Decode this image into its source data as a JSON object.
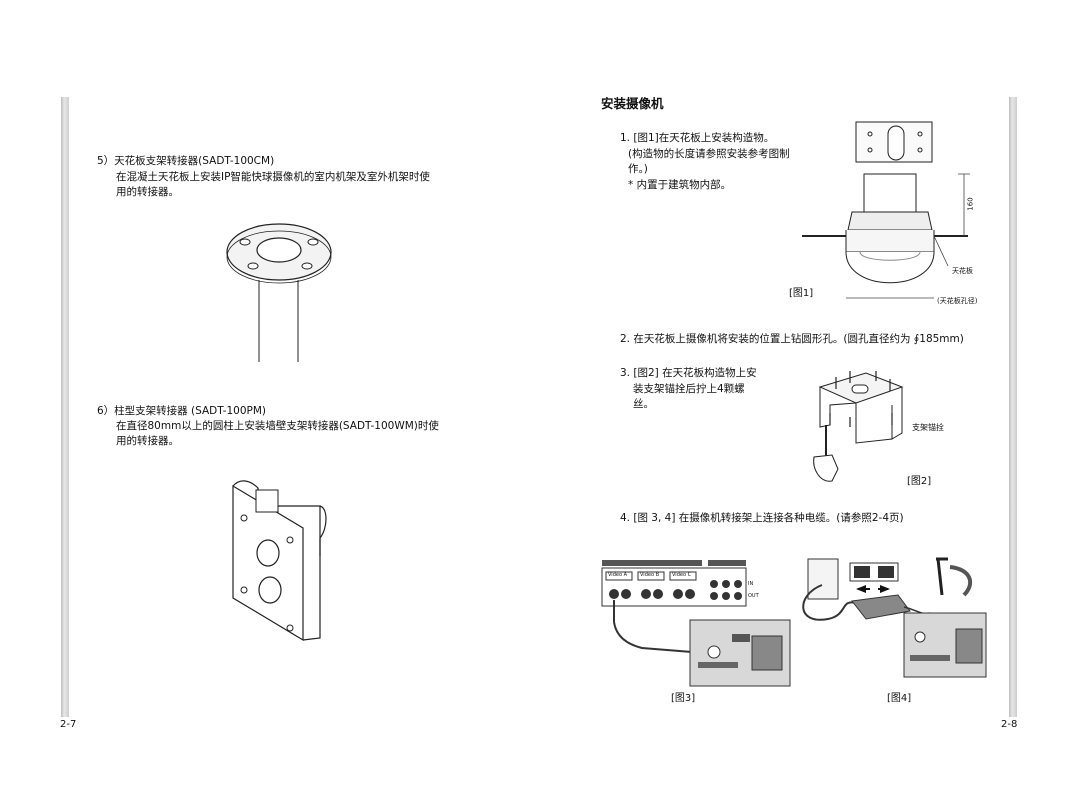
{
  "page_left": {
    "number": "2-7",
    "item5": {
      "title": "5）天花板支架转接器(SADT-100CM)",
      "desc_line1": "在混凝土天花板上安装IP智能快球摄像机的室内机架及室外机架时使",
      "desc_line2": "用的转接器。"
    },
    "item6": {
      "title": "6）柱型支架转接器 (SADT-100PM)",
      "desc_line1": "在直径80mm以上的圆柱上安装墙壁支架转接器(SADT-100WM)时使",
      "desc_line2": "用的转接器。"
    }
  },
  "page_right": {
    "number": "2-8",
    "heading": "安装摄像机",
    "step1": {
      "line1": "1. [图1]在天花板上安装构造物。",
      "line2": "(构造物的长度请参照安装参考图制",
      "line3": "作。)",
      "note": "* 内置于建筑物内部。"
    },
    "fig1": {
      "caption": "[图1]",
      "dim": "160",
      "label_ceiling": "天花板",
      "label_hole": "(天花板孔径)"
    },
    "step2": "2. 在天花板上摄像机将安装的位置上钻圆形孔。(圆孔直径约为 ∮185mm)",
    "step3": {
      "line1": "3. [图2] 在天花板构造物上安",
      "line2": "装支架锚拴后拧上4颗螺",
      "line3": "丝。"
    },
    "fig2": {
      "caption": "[图2]",
      "label_anchor": "支架锚拴"
    },
    "step4": "4. [图 3, 4] 在摄像机转接架上连接各种电缆。(请参照2-4页)",
    "fig3": {
      "caption": "[图3]",
      "video_a": "Video A",
      "video_b": "Video B",
      "video_c": "Video C",
      "in": "IN",
      "out": "OUT"
    },
    "fig4": {
      "caption": "[图4]"
    }
  }
}
